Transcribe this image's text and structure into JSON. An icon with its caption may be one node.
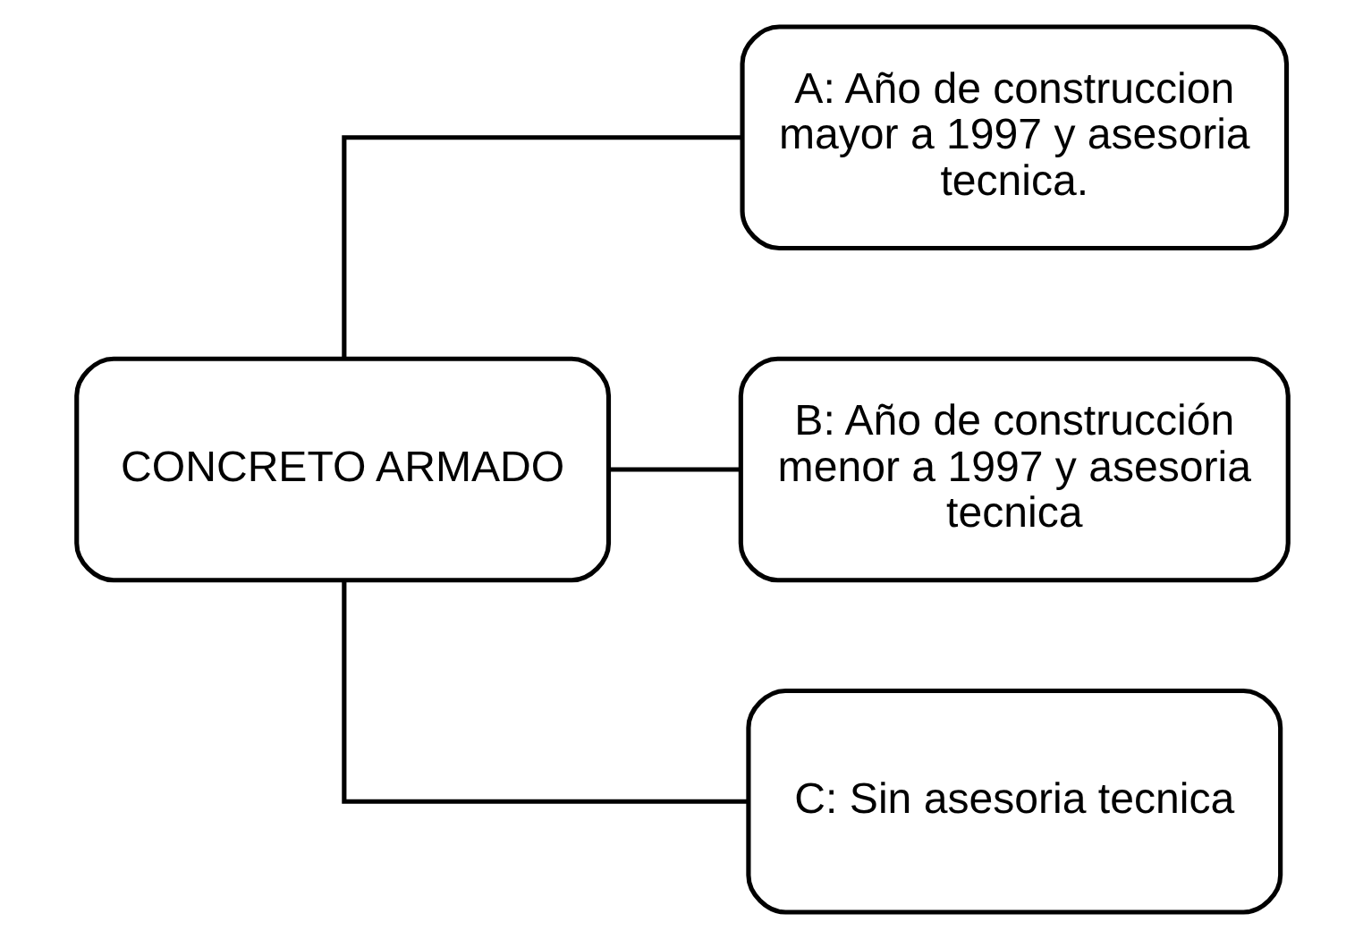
{
  "diagram": {
    "nodes": [
      {
        "text": [
          "CONCRETO ARMADO"
        ]
      },
      {
        "text": [
          "A: Año de construccion mayor a 1997 y asesoria tecnica."
        ]
      },
      {
        "text": [
          "B: Año de construcción menor a 1997 y asesoria tecnica"
        ]
      },
      {
        "text": [
          "C: Sin asesoria tecnica"
        ]
      }
    ],
    "edges": [
      {
        "from": 0,
        "to": 1,
        "arrow": "none"
      },
      {
        "from": 0,
        "to": 2,
        "arrow": "none"
      },
      {
        "from": 0,
        "to": 3,
        "arrow": "none"
      }
    ]
  }
}
